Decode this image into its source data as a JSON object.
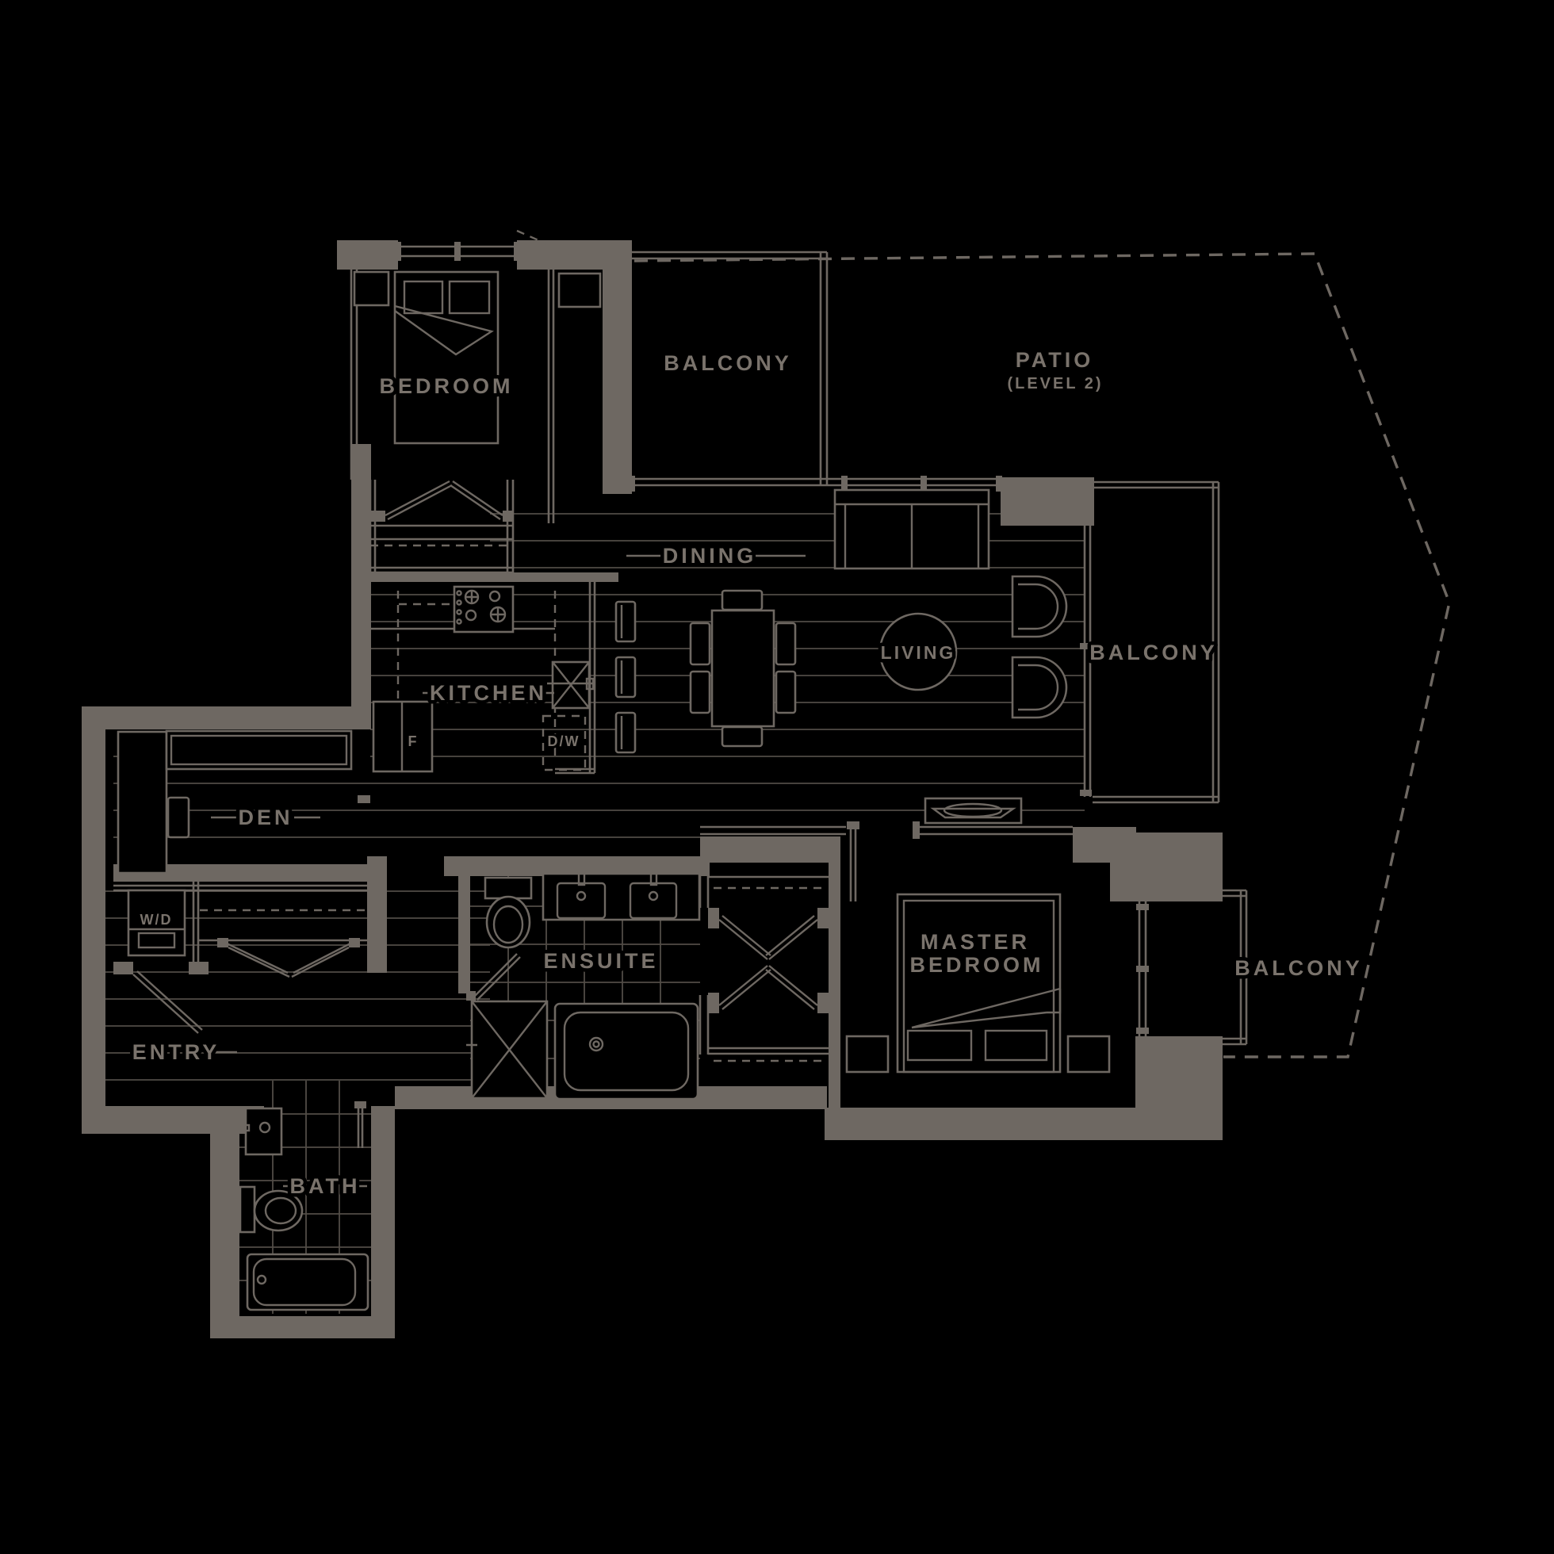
{
  "labels": {
    "bedroom": "BEDROOM",
    "balcony_top": "BALCONY",
    "patio": "PATIO",
    "patio_sub": "(LEVEL 2)",
    "dining": "DINING",
    "living": "LIVING",
    "balcony_mid": "BALCONY",
    "kitchen": "KITCHEN",
    "fridge": "F",
    "dishwasher": "D/W",
    "den": "DEN",
    "washer_dryer": "W/D",
    "entry": "ENTRY",
    "ensuite": "ENSUITE",
    "master_line1": "MASTER",
    "master_line2": "BEDROOM",
    "bath": "BATH",
    "balcony_lower": "BALCONY"
  },
  "colors": {
    "background": "#000000",
    "wall": "#6e6862",
    "floor_line": "#46423d",
    "tile_line": "#514c46",
    "text": "#7a736c"
  }
}
